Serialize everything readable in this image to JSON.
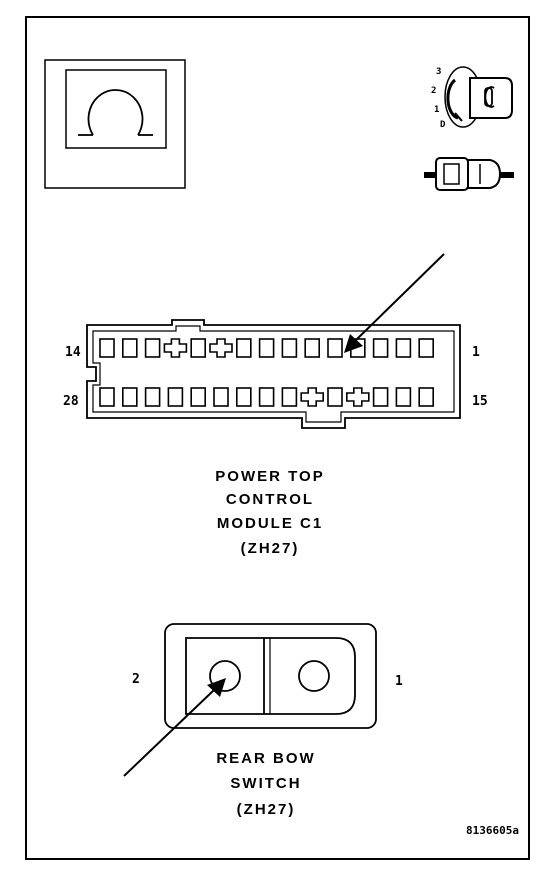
{
  "connector_c1": {
    "title_lines": [
      "POWER TOP",
      "CONTROL",
      "MODULE C1",
      "(ZH27)"
    ],
    "pin_top_left": "14",
    "pin_top_right": "1",
    "pin_bottom_left": "28",
    "pin_bottom_right": "15"
  },
  "rear_bow_switch": {
    "title_lines": [
      "REAR BOW",
      "SWITCH",
      "(ZH27)"
    ],
    "pin_left": "2",
    "pin_right": "1"
  },
  "ignition_positions": [
    "3",
    "2",
    "1",
    "D"
  ],
  "figure_id": "8136605a"
}
